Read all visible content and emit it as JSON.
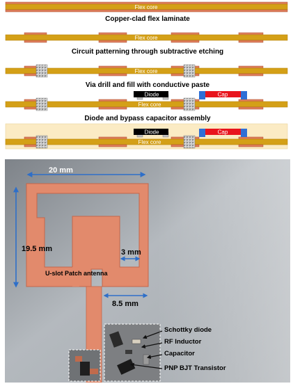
{
  "process_steps": {
    "layer_label": "Flex core",
    "captions": [
      "Copper-clad flex laminate",
      "Circuit patterning through subtractive etching",
      "Via drill and fill with conductive paste",
      "Diode and bypass capacitor assembly"
    ],
    "diode_label": "Diode",
    "cap_label": "Cap"
  },
  "photo": {
    "dim_width": "20 mm",
    "dim_height": "19.5  mm",
    "dim_slot": "3  mm",
    "dim_feed": "8.5  mm",
    "antenna_label": "U-slot Patch antenna",
    "components": [
      "Schottky diode",
      "RF Inductor",
      "Capacitor",
      "PNP BJT Transistor"
    ]
  },
  "colors": {
    "flex": "#d4a017",
    "flex_edge": "#b8860b",
    "copper": "#e07f5c",
    "diode": "#000000",
    "cap": "#e8141c",
    "pad": "#2f6fd6",
    "dim_arrow": "#2e6fc9"
  }
}
